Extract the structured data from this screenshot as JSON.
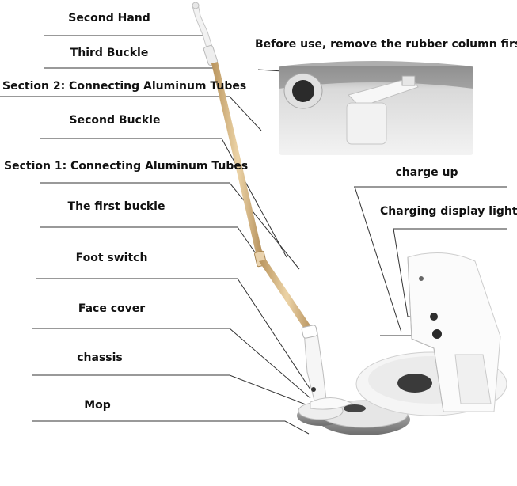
{
  "labels": {
    "second_hand": "Second Hand",
    "third_buckle": "Third Buckle",
    "section2": "Section 2: Connecting Aluminum Tubes",
    "second_buckle": "Second Buckle",
    "section1": "Section 1: Connecting Aluminum Tubes",
    "first_buckle": "The first buckle",
    "foot_switch": "Foot switch",
    "face_cover": "Face cover",
    "chassis": "chassis",
    "mop": "Mop",
    "before_use": "Before use, remove the rubber column first",
    "charge_up": "charge up",
    "charging_light": "Charging display light"
  },
  "colors": {
    "tube_gold": "#d8b98a",
    "body_white": "#f4f4f4",
    "leader_line": "#333333",
    "mop_pad": "#8a8a8a"
  }
}
